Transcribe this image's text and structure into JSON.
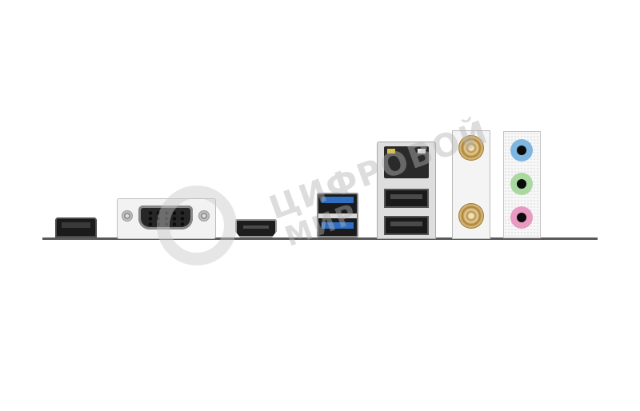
{
  "image": {
    "subject": "Motherboard rear I/O panel",
    "background": "#ffffff"
  },
  "ports": [
    {
      "name": "USB 2.0 port",
      "count": 1
    },
    {
      "name": "VGA (D-Sub) port",
      "count": 1
    },
    {
      "name": "HDMI port",
      "count": 1
    },
    {
      "name": "USB 3.0 ports",
      "count": 2,
      "color": "#2e6fc4"
    },
    {
      "name": "RJ-45 LAN port",
      "count": 1
    },
    {
      "name": "USB 2.0 ports",
      "count": 2
    },
    {
      "name": "Wi-Fi antenna connectors (SMA)",
      "count": 2,
      "color": "#c9a45c"
    },
    {
      "name": "Audio jacks",
      "count": 3
    }
  ],
  "audio_jacks": {
    "line_in": "#7fb6e0",
    "line_out": "#a9d8a0",
    "mic": "#e89ac0"
  },
  "watermark": {
    "line1": "ЦИФРОВОЙ",
    "line2": "МИР"
  }
}
